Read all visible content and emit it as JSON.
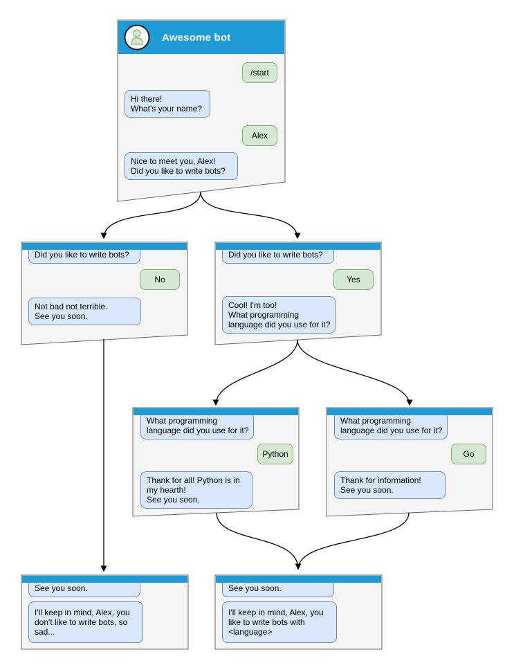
{
  "root": {
    "title": "Awesome bot",
    "bubbles": {
      "start": "/start",
      "greeting": "Hi there!\nWhat's your name?",
      "name": "Alex",
      "ask": "Nice to meet you, Alex!\nDid you like to write bots?"
    }
  },
  "branch_no": {
    "question": "Did you like to write bots?",
    "answer": "No",
    "reply": "Not bad not terrible.\nSee you soon."
  },
  "branch_yes": {
    "question": "Did you like to write bots?",
    "answer": "Yes",
    "reply": "Cool! I'm too!\nWhat programming\nlanguage did you use for it?"
  },
  "branch_python": {
    "question": "What programming\nlanguage did you use for it?",
    "answer": "Python",
    "reply": "Thank for all! Python is in\nmy hearth!\nSee you soon."
  },
  "branch_go": {
    "question": "What programming\nlanguage did you use for it?",
    "answer": "Go",
    "reply": "Thank for information!\nSee you soon."
  },
  "end_no": {
    "question": "See you soon.",
    "reply": "I'll keep in mind, Alex, you\ndon't like to write bots, so\nsad..."
  },
  "end_yes": {
    "question": "See you soon.",
    "reply": "I'll keep in mind, Alex, you\nlike to write bots with\n<language>"
  },
  "colors": {
    "header_blue": "#1e9bd7",
    "panel_fill": "#f5f5f5",
    "panel_border": "#666666",
    "bot_fill": "#dae8fc",
    "bot_border": "#6c8ebf",
    "user_fill": "#d5e8d4",
    "user_border": "#82b366",
    "connector": "#000000"
  }
}
